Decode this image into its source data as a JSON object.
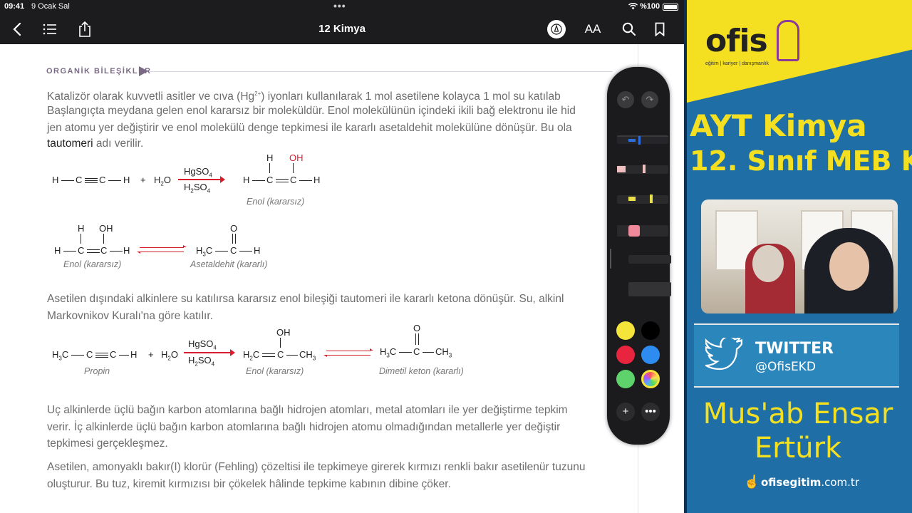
{
  "status_bar": {
    "time": "09:41",
    "date": "9 Ocak Sal",
    "battery": "%100"
  },
  "toolbar": {
    "title": "12 Kimya",
    "text_size_label": "AA"
  },
  "document": {
    "section_title": "ORGANİK BİLEŞİKLER",
    "para1_line1_before": "Katalizör olarak kuvvetli asitler ve cıva (Hg",
    "para1_line1_sup": "2+",
    "para1_line1_after": ") iyonları kullanılarak 1 mol asetilene kolayca 1 mol su katılab",
    "para1_line2": "Başlangıçta meydana gelen enol kararsız bir moleküldür. Enol molekülünün içindeki ikili bağ elektronu ile hid",
    "para1_line3": "jen atomu yer değiştirir ve enol molekülü denge tepkimesi ile kararlı asetaldehit molekülüne dönüşür. Bu ola",
    "para1_line4_bold": "tautomeri",
    "para1_line4_rest": " adı verilir.",
    "reaction1": {
      "reagent_top": "HgSO",
      "reagent_top_sub": "4",
      "reagent_bottom": "H",
      "reagent_bottom_sub1": "2",
      "reagent_bottom_mid": "SO",
      "reagent_bottom_sub2": "4",
      "product_label": "Enol (kararsız)"
    },
    "reaction2": {
      "left_label": "Enol (kararsız)",
      "right_label": "Asetaldehit (kararlı)"
    },
    "para2_line1": "Asetilen dışındaki alkinlere su katılırsa kararsız enol bileşiği tautomeri ile kararlı ketona dönüşür. Su, alkinl",
    "para2_line2": "Markovnikov Kuralı'na göre katılır.",
    "reaction3": {
      "label_propin": "Propin",
      "label_enol": "Enol (kararsız)",
      "label_ketone": "Dimetil keton (kararlı)"
    },
    "para3_line1": "Uç alkinlerde üçlü bağın karbon atomlarına bağlı hidrojen atomları, metal atomları ile yer değiştirme tepkim",
    "para3_line2": "verir. İç alkinlerde üçlü bağın karbon atomlarına bağlı hidrojen atomu olmadığından metallerle yer değiştir",
    "para3_line3": "tepkimesi gerçekleşmez.",
    "para4_line1": "Asetilen, amonyaklı bakır(I) klorür (Fehling) çözeltisi ile tepkimeye girerek kırmızı renkli bakır asetilenür tuzunu",
    "para4_line2": "oluşturur. Bu tuz, kiremit kırmızısı bir çökelek hâlinde tepkime kabının dibine çöker."
  },
  "palette": {
    "colors": [
      "#f5e43a",
      "#000000",
      "#e8243f",
      "#2e8cf0",
      "#5fd36b"
    ]
  },
  "brand": {
    "logo": "ofis",
    "logo_sub": "eğitim | kariyer | danışmanlık",
    "course_line1": "AYT Kimya",
    "course_line2": "12. Sınıf MEB K.",
    "twitter_title": "TWITTER",
    "twitter_handle": "@OfisEKD",
    "teacher_line1": "Mus'ab Ensar",
    "teacher_line2": "Ertürk",
    "site_bold": "ofisegitim",
    "site_rest": ".com.tr"
  }
}
